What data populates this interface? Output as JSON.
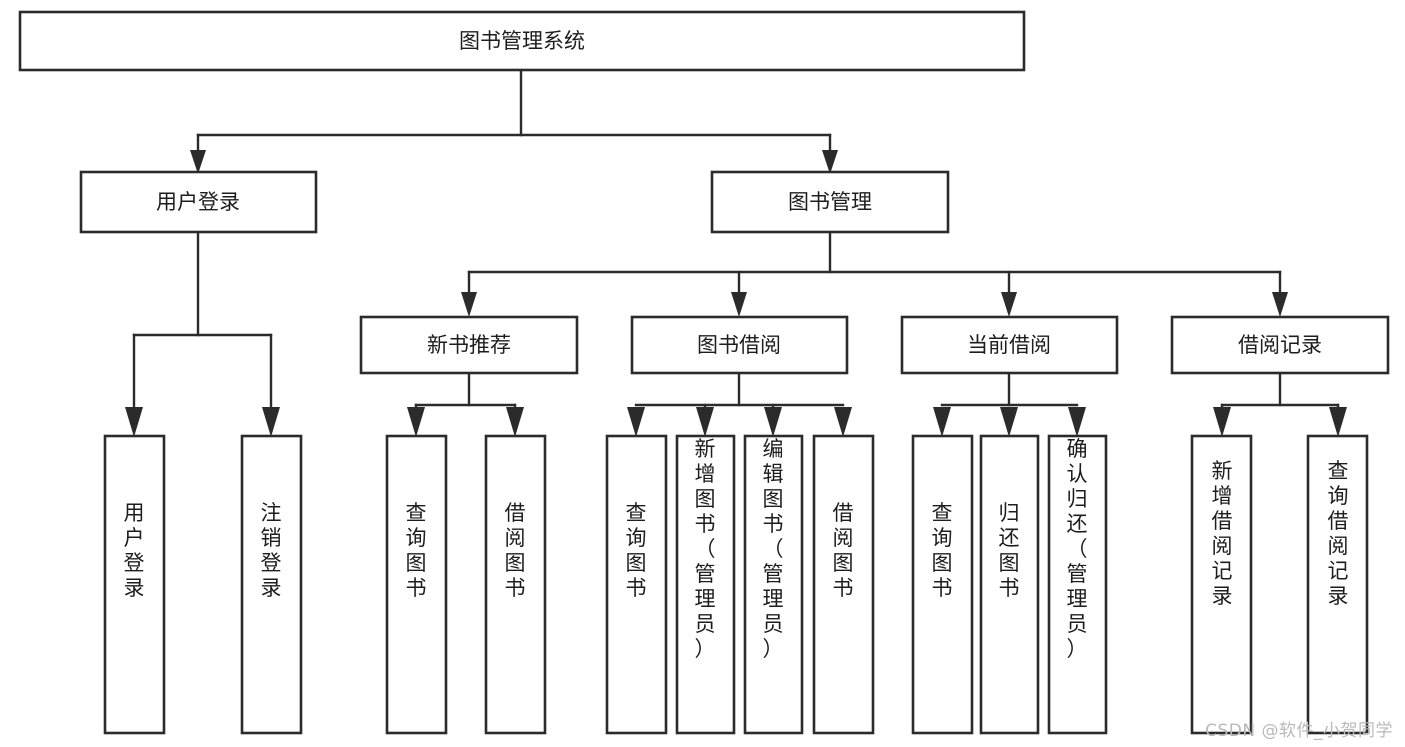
{
  "diagram": {
    "type": "tree",
    "orientation": "top-down",
    "root": {
      "id": "root",
      "label": "图书管理系统"
    },
    "level2": [
      {
        "id": "user-login",
        "label": "用户登录"
      },
      {
        "id": "book-management",
        "label": "图书管理"
      }
    ],
    "level3": [
      {
        "id": "new-book-recommend",
        "label": "新书推荐",
        "parent": "book-management"
      },
      {
        "id": "book-borrow",
        "label": "图书借阅",
        "parent": "book-management"
      },
      {
        "id": "current-borrow",
        "label": "当前借阅",
        "parent": "book-management"
      },
      {
        "id": "borrow-record",
        "label": "借阅记录",
        "parent": "book-management"
      }
    ],
    "leaves": [
      {
        "id": "leaf-user-login",
        "label": "用户登录",
        "parent": "user-login"
      },
      {
        "id": "leaf-logout-login",
        "label": "注销登录",
        "parent": "user-login"
      },
      {
        "id": "leaf-query-book-1",
        "label": "查询图书",
        "parent": "new-book-recommend"
      },
      {
        "id": "leaf-borrow-book-1",
        "label": "借阅图书",
        "parent": "new-book-recommend"
      },
      {
        "id": "leaf-query-book-2",
        "label": "查询图书",
        "parent": "book-borrow"
      },
      {
        "id": "leaf-add-book",
        "label": "新增图书（管理员）",
        "parent": "book-borrow"
      },
      {
        "id": "leaf-edit-book",
        "label": "编辑图书（管理员）",
        "parent": "book-borrow"
      },
      {
        "id": "leaf-borrow-book-2",
        "label": "借阅图书",
        "parent": "book-borrow"
      },
      {
        "id": "leaf-query-book-3",
        "label": "查询图书",
        "parent": "current-borrow"
      },
      {
        "id": "leaf-return-book",
        "label": "归还图书",
        "parent": "current-borrow"
      },
      {
        "id": "leaf-confirm-return",
        "label": "确认归还（管理员）",
        "parent": "current-borrow"
      },
      {
        "id": "leaf-add-record",
        "label": "新增借阅记录",
        "parent": "borrow-record"
      },
      {
        "id": "leaf-query-record",
        "label": "查询借阅记录",
        "parent": "borrow-record"
      }
    ],
    "colors": {
      "stroke": "#2b2b2b",
      "fill": "#ffffff",
      "text": "#1d1d1d",
      "watermark": "#b9b9b9"
    }
  },
  "watermark": {
    "text": "CSDN @软件_小贺同学"
  }
}
